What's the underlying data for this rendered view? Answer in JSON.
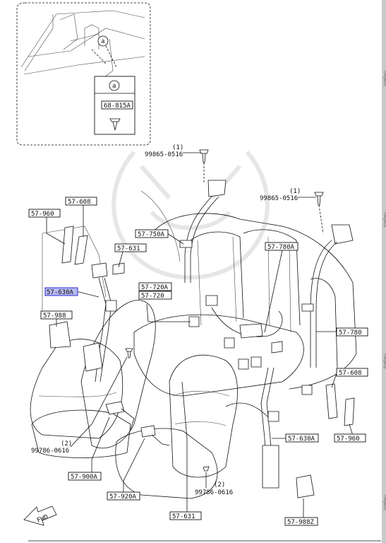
{
  "labels": {
    "p57_960_l": "57-960",
    "p57_608_l": "57-608",
    "p57_631_top": "57-631",
    "p57_750a": "57-750A",
    "p57_630a_l": "57-630A",
    "p57_720a": "57-720A",
    "p57_720": "57-720",
    "p57_988": "57-988",
    "p57_780a": "57-780A",
    "p57_780": "57-780",
    "p57_608_r": "57-608",
    "p57_960_r": "57-960",
    "p57_630a_r": "57-630A",
    "p57_900a": "57-900A",
    "p57_920a": "57-920A",
    "p57_631_bottom": "57-631",
    "p57_988z": "57-988Z",
    "inset_a": "68-815A"
  },
  "callouts": {
    "circle_a": "a",
    "bolt_top_qty": "(1)",
    "bolt_top_pn": "99865-0516",
    "bolt_right_qty": "(1)",
    "bolt_right_pn": "99865-0516",
    "screw_left_qty": "(2)",
    "screw_left_pn": "99786-0616",
    "screw_right_qty": "(2)",
    "screw_right_pn": "99786-0616"
  },
  "fwd": "FWD",
  "sidebar_text": "megazip",
  "colors": {
    "highlight_fill": "#b9b9f2",
    "highlight_stroke": "#2a2ad0",
    "ink": "#111111"
  }
}
